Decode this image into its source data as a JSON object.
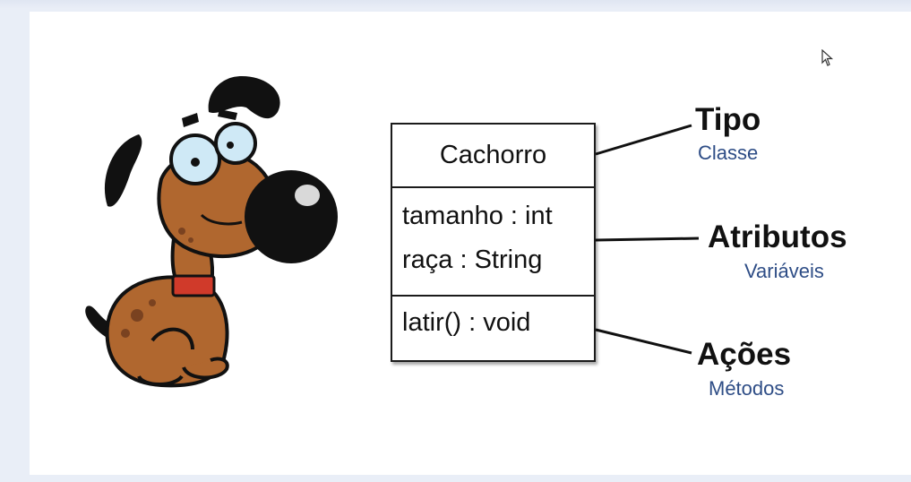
{
  "uml": {
    "class_name": "Cachorro",
    "attributes": [
      "tamanho : int",
      "raça : String"
    ],
    "methods": [
      "latir() : void"
    ]
  },
  "labels": {
    "tipo": {
      "title": "Tipo",
      "sub": "Classe"
    },
    "atributos": {
      "title": "Atributos",
      "sub": "Variáveis"
    },
    "acoes": {
      "title": "Ações",
      "sub": "Métodos"
    }
  },
  "colors": {
    "sub_label": "#2e4d86",
    "dog_fur": "#b0672f",
    "dog_collar": "#d03a2a"
  },
  "icons": {
    "illustration": "cartoon-dog",
    "pointer": "mouse-cursor-icon"
  }
}
